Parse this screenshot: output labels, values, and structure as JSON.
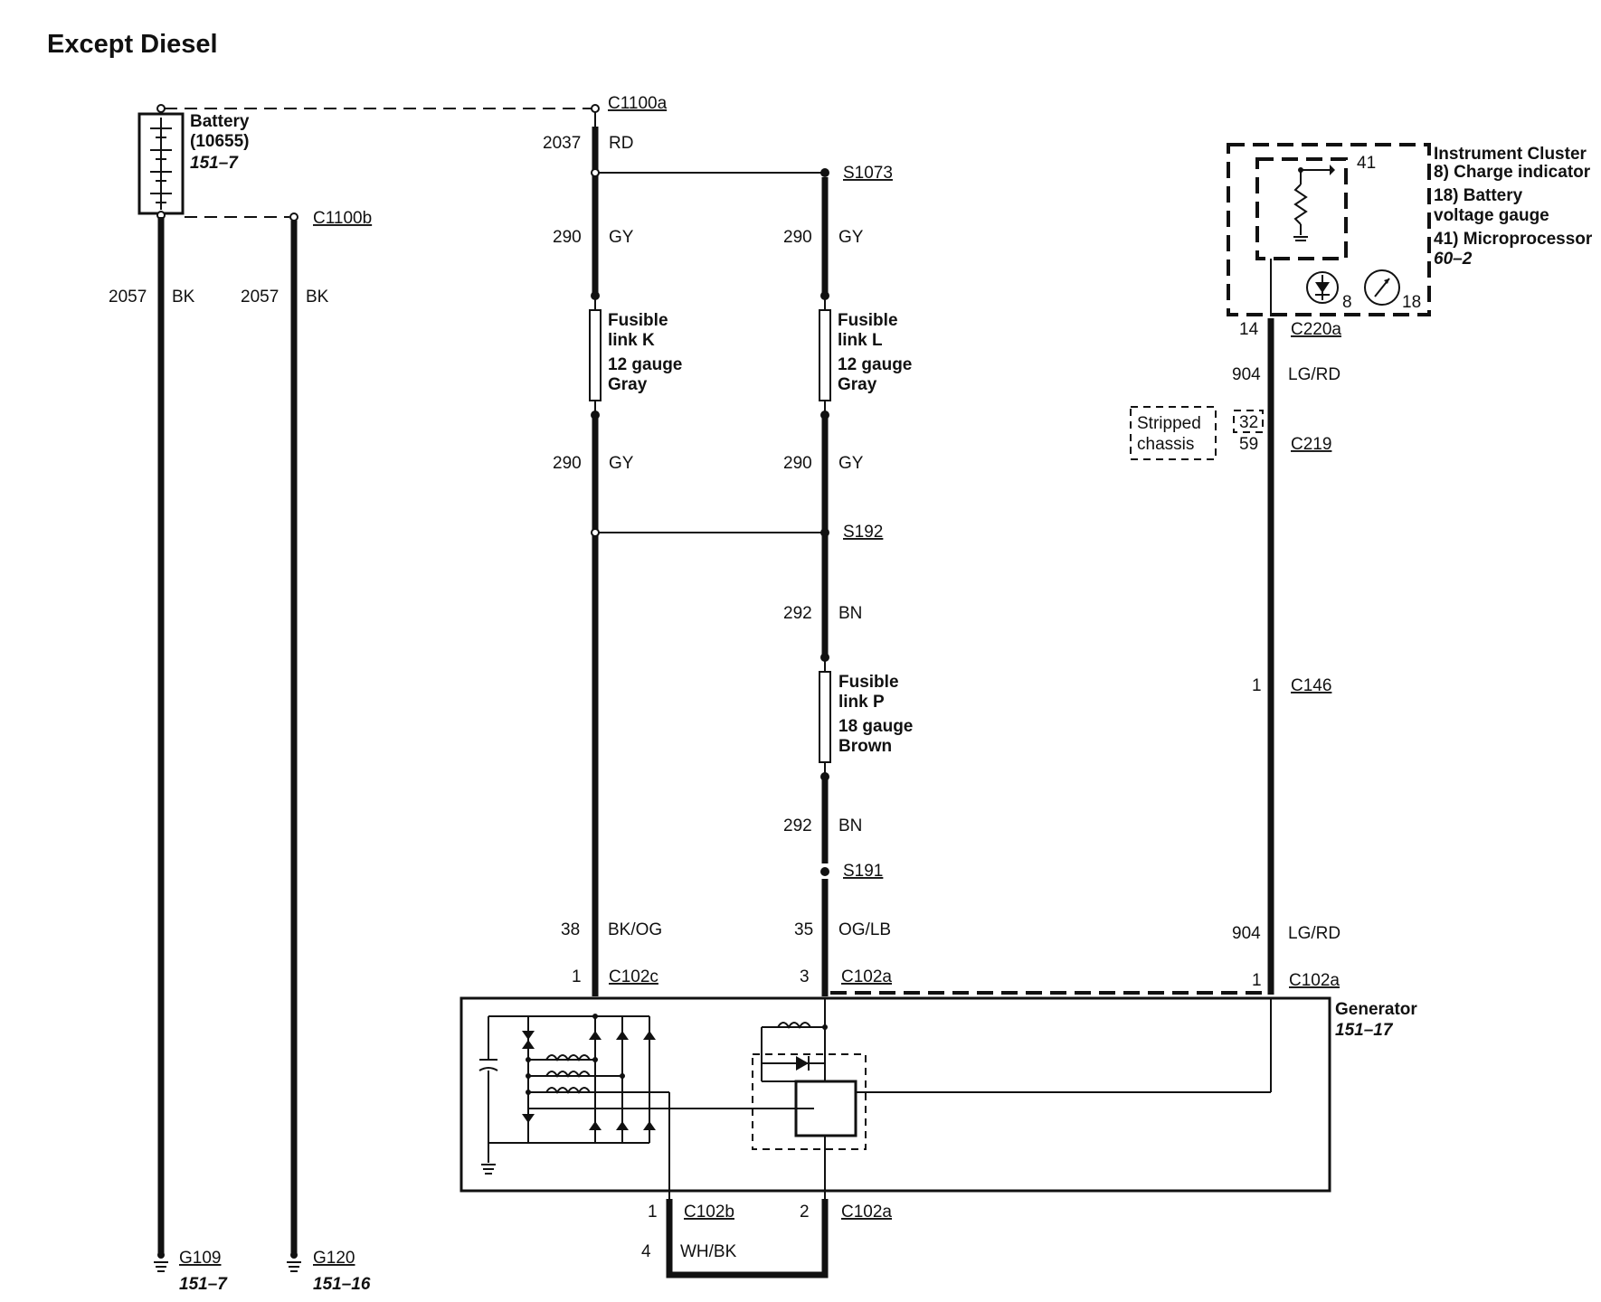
{
  "title": "Except Diesel",
  "battery": {
    "name": "Battery",
    "part": "(10655)",
    "ref": "151–7"
  },
  "connectors": {
    "c1100a": "C1100a",
    "c1100b": "C1100b",
    "s1073": "S1073",
    "s192": "S192",
    "s191": "S191",
    "c102c": "C102c",
    "c102a_top": "C102a",
    "c102a_right": "C102a",
    "c102b": "C102b",
    "c102a_bottom": "C102a",
    "c220a": "C220a",
    "c219": "C219",
    "c146": "C146"
  },
  "wires": {
    "w2057a": {
      "num": "2057",
      "color": "BK"
    },
    "w2057b": {
      "num": "2057",
      "color": "BK"
    },
    "w2037": {
      "num": "2037",
      "color": "RD"
    },
    "w290a": {
      "num": "290",
      "color": "GY"
    },
    "w290b": {
      "num": "290",
      "color": "GY"
    },
    "w290c": {
      "num": "290",
      "color": "GY"
    },
    "w290d": {
      "num": "290",
      "color": "GY"
    },
    "w292a": {
      "num": "292",
      "color": "BN"
    },
    "w292b": {
      "num": "292",
      "color": "BN"
    },
    "w38": {
      "num": "38",
      "color": "BK/OG"
    },
    "w35": {
      "num": "35",
      "color": "OG/LB"
    },
    "w904a": {
      "num": "904",
      "color": "LG/RD"
    },
    "w904b": {
      "num": "904",
      "color": "LG/RD"
    },
    "w4": {
      "num": "4",
      "color": "WH/BK"
    }
  },
  "pins": {
    "c102c": "1",
    "c102a_top": "3",
    "c102a_right": "1",
    "c102b": "1",
    "c102a_bottom": "2",
    "c220a": "14",
    "c219_box": "32",
    "c219": "59",
    "c146": "1"
  },
  "fusible_links": {
    "k": [
      "Fusible",
      "link K",
      "12 gauge",
      "Gray"
    ],
    "l": [
      "Fusible",
      "link L",
      "12 gauge",
      "Gray"
    ],
    "p": [
      "Fusible",
      "link P",
      "18 gauge",
      "Brown"
    ]
  },
  "instrument_cluster": {
    "lines": [
      "Instrument Cluster",
      "8) Charge indicator",
      "18) Battery",
      "voltage gauge",
      "41) Microprocessor"
    ],
    "ref": "60–2",
    "pin_41": "41",
    "pin_8": "8",
    "pin_18": "18"
  },
  "stripped_chassis": [
    "Stripped",
    "chassis"
  ],
  "generator": {
    "name": "Generator",
    "ref": "151–17"
  },
  "grounds": {
    "g109": {
      "name": "G109",
      "ref": "151–7"
    },
    "g120": {
      "name": "G120",
      "ref": "151–16"
    }
  }
}
